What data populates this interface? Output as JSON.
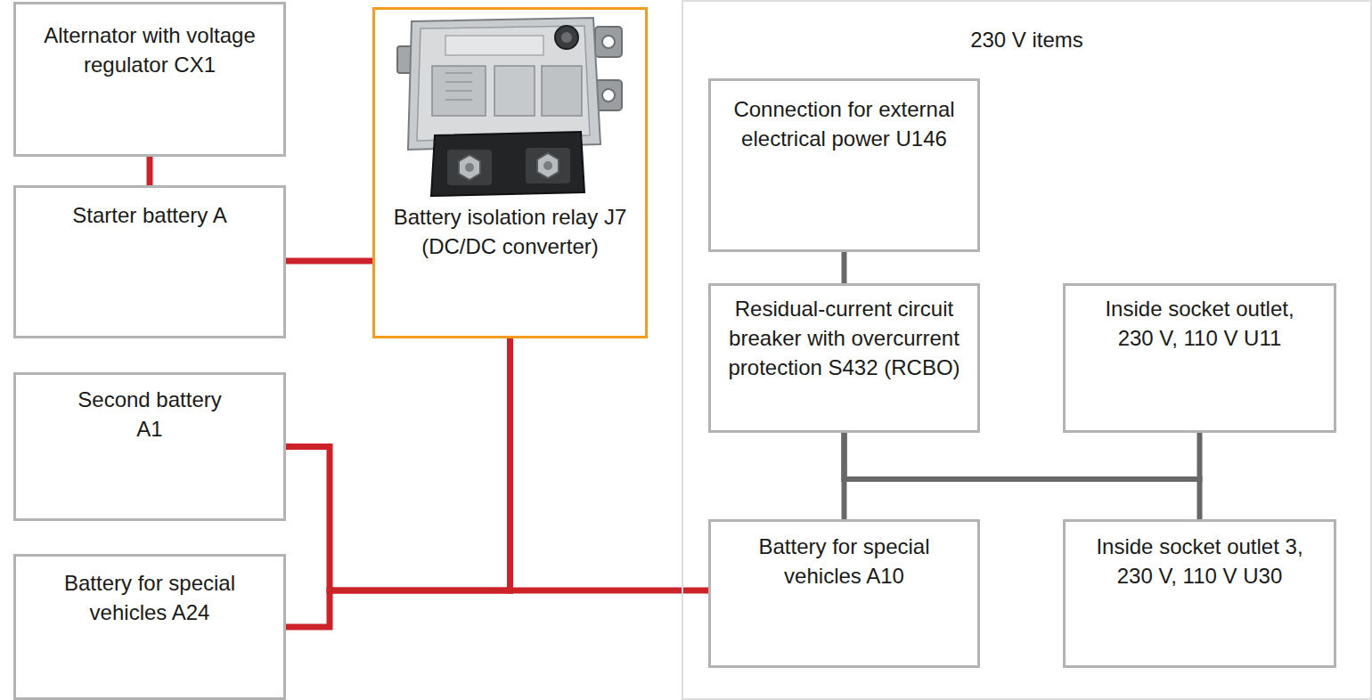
{
  "diagram": {
    "nodes": [
      {
        "text": [
          "Alternator with voltage regulator CX1"
        ]
      },
      {
        "text": [
          "Starter battery A"
        ]
      },
      {
        "text": [
          "Battery isolation relay J7 (DC/DC converter)"
        ]
      },
      {
        "text": [
          "Second battery A1"
        ]
      },
      {
        "text": [
          "Battery for special vehicles A24"
        ]
      },
      {
        "text": [
          "230 V items"
        ]
      },
      {
        "text": [
          "Connection for external electrical power U146"
        ],
        "in": 5
      },
      {
        "text": [
          "Residual-current circuit breaker with overcurrent protection S432 (RCBO)"
        ],
        "in": 5
      },
      {
        "text": [
          "Inside socket outlet, 230 V, 110 V U11"
        ],
        "in": 5
      },
      {
        "text": [
          "Battery for special vehicles A10"
        ],
        "in": 5
      },
      {
        "text": [
          "Inside socket outlet 3, 230 V, 110 V U30"
        ],
        "in": 5
      }
    ],
    "edges": [
      {
        "from": 0,
        "to": 1,
        "arrow": "none"
      },
      {
        "from": 1,
        "to": 2,
        "arrow": "none"
      },
      {
        "from": 2,
        "to": 3,
        "arrow": "none"
      },
      {
        "from": 2,
        "to": 4,
        "arrow": "none"
      },
      {
        "from": 2,
        "to": 9,
        "arrow": "none"
      },
      {
        "from": 6,
        "to": 7,
        "arrow": "none"
      },
      {
        "from": 7,
        "to": 9,
        "arrow": "none"
      },
      {
        "from": 7,
        "to": 8,
        "arrow": "none"
      },
      {
        "from": 7,
        "to": 10,
        "arrow": "none"
      }
    ]
  }
}
